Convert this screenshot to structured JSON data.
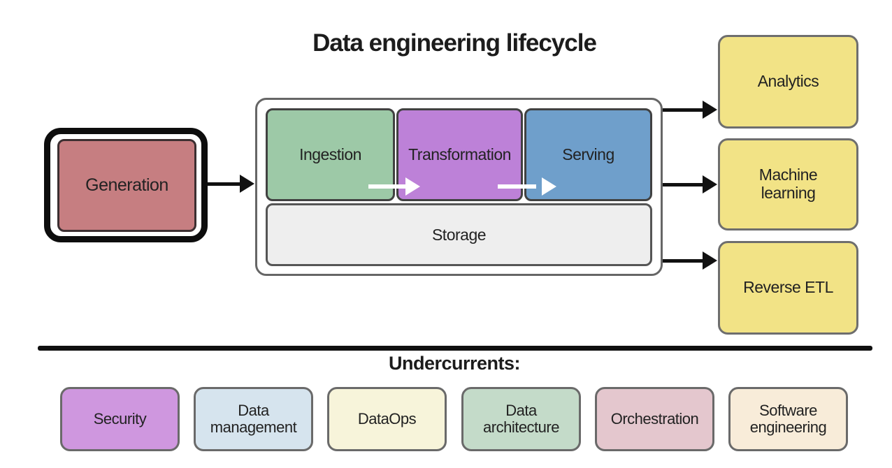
{
  "title": "Data engineering lifecycle",
  "lifecycle": {
    "generation": {
      "label": "Generation"
    },
    "stages": [
      {
        "label": "Ingestion"
      },
      {
        "label": "Transformation"
      },
      {
        "label": "Serving"
      }
    ],
    "storage": {
      "label": "Storage"
    },
    "outputs": [
      {
        "label": "Analytics"
      },
      {
        "label": "Machine learning"
      },
      {
        "label": "Reverse ETL"
      }
    ]
  },
  "undercurrents": {
    "heading": "Undercurrents:",
    "items": [
      {
        "label": "Security"
      },
      {
        "label": "Data management"
      },
      {
        "label": "DataOps"
      },
      {
        "label": "Data architecture"
      },
      {
        "label": "Orchestration"
      },
      {
        "label": "Software engineering"
      }
    ]
  },
  "colors": {
    "generation_fill": "#c67e81",
    "ingestion_fill": "#9dc9a7",
    "transformation_fill": "#bd81d8",
    "serving_fill": "#6f9fcb",
    "storage_fill": "#eeeeee",
    "output_fill": "#f2e386",
    "security_fill": "#cf97df",
    "data_management_fill": "#d6e4ee",
    "dataops_fill": "#f7f4da",
    "data_architecture_fill": "#c4dbc9",
    "orchestration_fill": "#e4c7ce",
    "software_engineering_fill": "#f8ecd9",
    "arrow_black": "#111111",
    "arrow_white": "#ffffff",
    "divider_black": "#0f0f0f"
  }
}
